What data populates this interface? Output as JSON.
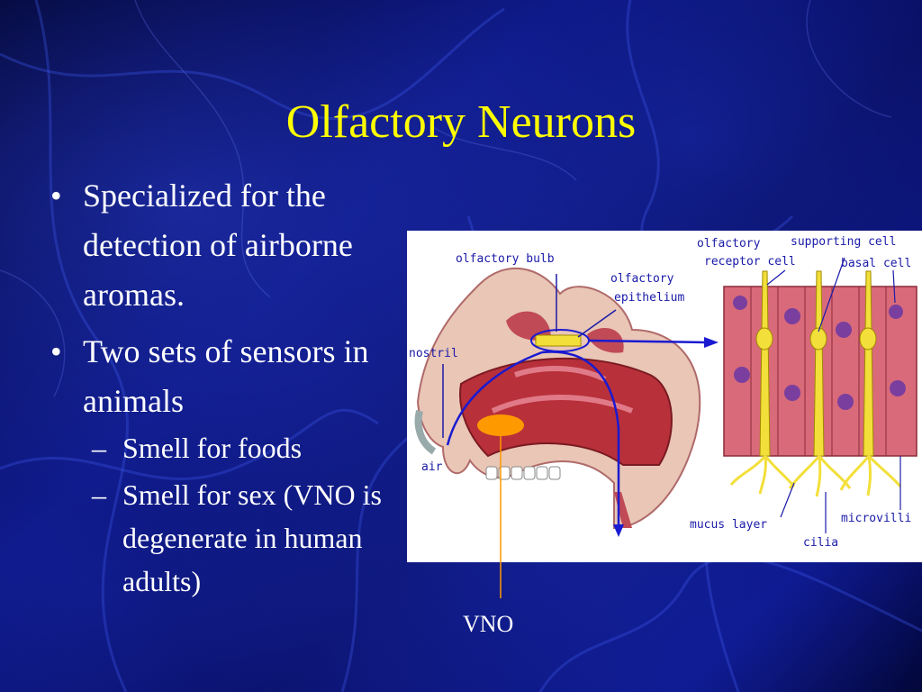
{
  "slide": {
    "title": "Olfactory Neurons",
    "bullets": [
      {
        "text": "Specialized for the detection of airborne aromas."
      },
      {
        "text": "Two sets of sensors in animals"
      }
    ],
    "sub_bullets": [
      {
        "text": "Smell for foods"
      },
      {
        "text": "Smell for sex (VNO is degenerate in human adults)"
      }
    ],
    "bullet_glyph": "•",
    "sub_glyph": "–"
  },
  "diagram": {
    "labels": {
      "olfactory_bulb": "olfactory bulb",
      "olfactory_epithelium_1": "olfactory",
      "olfactory_epithelium_2": "epithelium",
      "nostril": "nostril",
      "air": "air",
      "olfactory_receptor_1": "olfactory",
      "olfactory_receptor_2": "receptor cell",
      "supporting_cell": "supporting cell",
      "basal_cell": "basal cell",
      "mucus_layer": "mucus layer",
      "cilia": "cilia",
      "microvilli": "microvilli"
    },
    "vno_label": "VNO"
  },
  "colors": {
    "title": "#ffff00",
    "body_text": "#ffffff",
    "background": "#0a137a",
    "diagram_text": "#1a1aa8",
    "vno_marker": "#ff9900",
    "arrow": "#1a1ad0",
    "tissue": "#d96a7a",
    "neuron": "#f3df3a",
    "nucleus": "#7a3f9e"
  }
}
